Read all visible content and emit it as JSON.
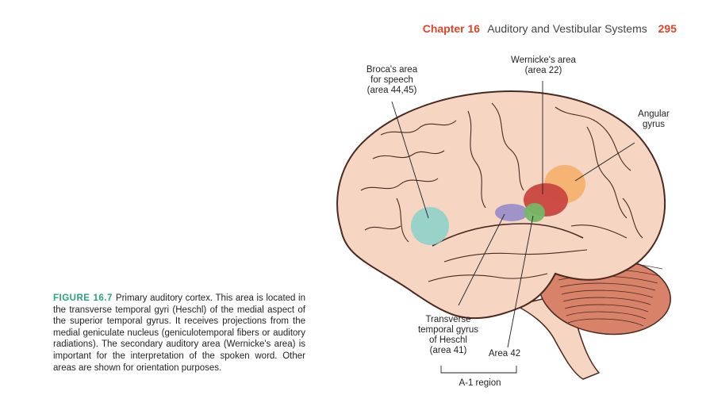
{
  "header": {
    "chapter": "Chapter 16",
    "section": "Auditory and Vestibular Systems",
    "page": "295"
  },
  "caption": {
    "figure_label": "FIGURE 16.7",
    "text": "Primary auditory cortex. This area is located in the transverse temporal gyri (Heschl) of the medial aspect of the superior temporal gyrus. It receives projections from the medial geniculate nucleus (geniculotemporal fibers or auditory radiations). The secondary auditory area (Wernicke's area) is important for the interpretation of the spoken word. Other areas are shown for orientation purposes."
  },
  "labels": {
    "broca": "Broca's area\nfor speech\n(area 44,45)",
    "wernicke": "Wernicke's area\n(area 22)",
    "angular": "Angular\ngyrus",
    "heschl": "Transverse\ntemporal gyrus\nof Heschl\n(area 41)",
    "area42": "Area 42",
    "a1": "A-1 region"
  },
  "colors": {
    "brain": "#f6d5c3",
    "outline": "#4a2a20",
    "broca": "#8fd1c9",
    "wernicke": "#c9463f",
    "angular": "#f5b06a",
    "heschl": "#9a8fc8",
    "area42": "#74b667",
    "cerebellum": "#d8826a"
  }
}
